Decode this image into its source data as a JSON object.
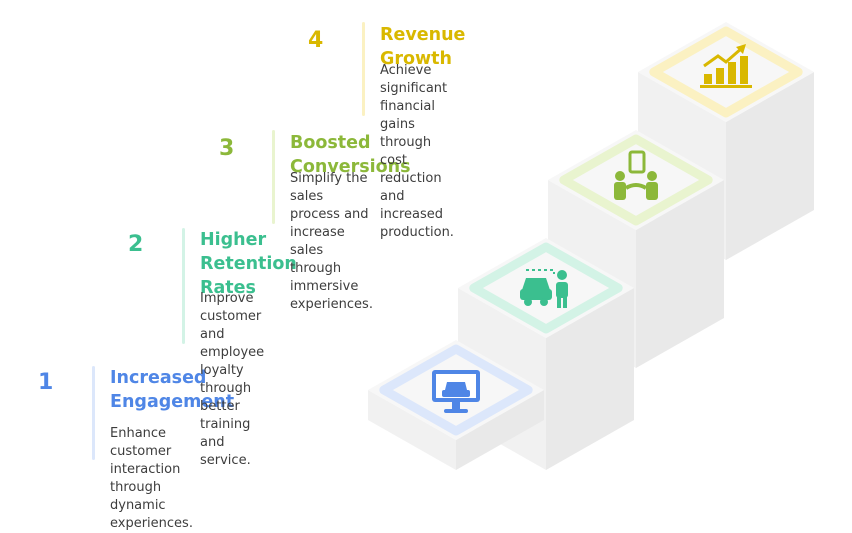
{
  "colors": {
    "step1": "#4f86e6",
    "step2": "#3bbf8f",
    "step3": "#8cb83a",
    "step4": "#d9b800",
    "step1_frame": "#dce7fb",
    "step2_frame": "#d3f3e6",
    "step3_frame": "#e9f4cf",
    "step4_frame": "#fbf1c2",
    "block_top": "#f7f7f7",
    "block_side": "#e9e9e9",
    "block_front": "#f1f1f1"
  },
  "steps": [
    {
      "number": "1",
      "title": "Increased\nEngagement",
      "description": "Enhance customer interaction\nthrough dynamic experiences.",
      "icon": "car-monitor-icon"
    },
    {
      "number": "2",
      "title": "Higher Retention\nRates",
      "description": "Improve customer and\nemployee loyalty through\nbetter training and service.",
      "icon": "customer-car-icon"
    },
    {
      "number": "3",
      "title": "Boosted Conversions",
      "description": "Simplify the sales process and\nincrease sales through\nimmersive experiences.",
      "icon": "handshake-sale-icon"
    },
    {
      "number": "4",
      "title": "Revenue Growth",
      "description": "Achieve significant financial\ngains through cost reduction\nand increased production.",
      "icon": "growth-chart-icon"
    }
  ]
}
